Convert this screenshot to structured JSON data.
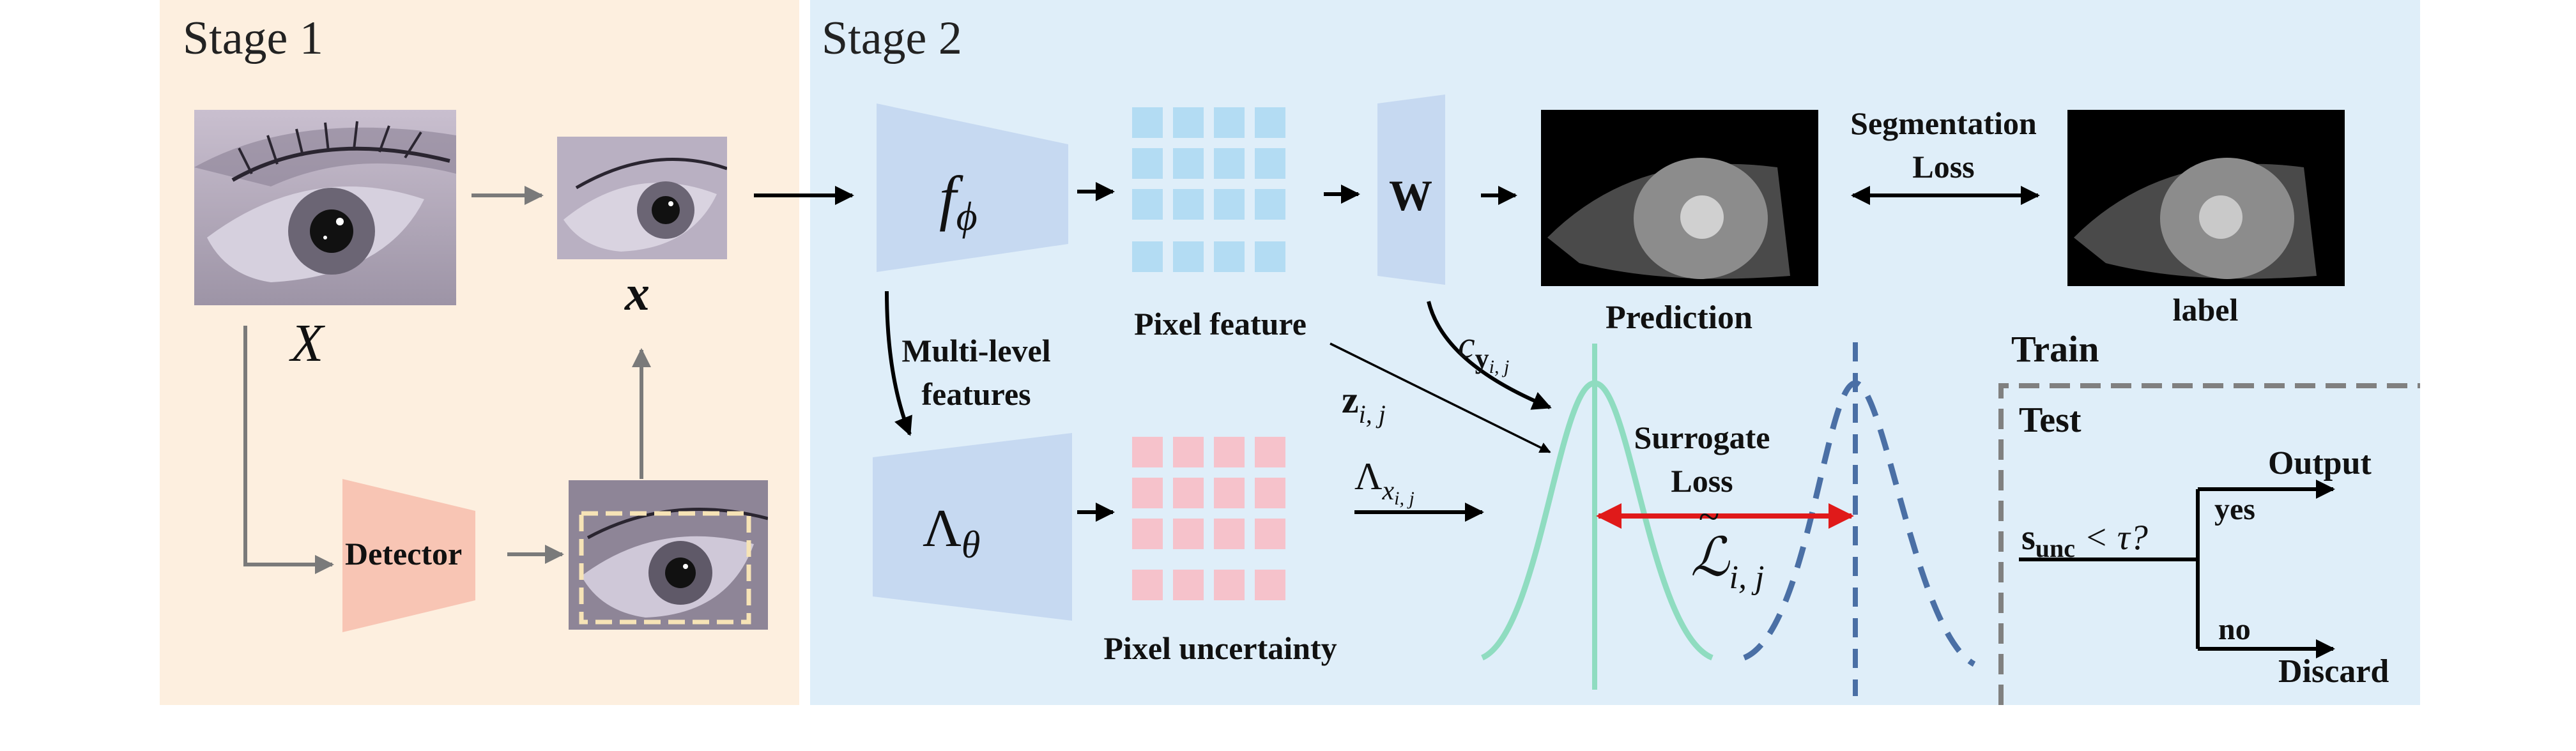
{
  "stage1": {
    "label": "Stage 1"
  },
  "stage2": {
    "label": "Stage 2"
  },
  "labels": {
    "X": "X",
    "x": "x",
    "detector": "Detector",
    "f_main": "f",
    "f_sub": "ϕ",
    "W": "W",
    "lambda_main": "Λ",
    "lambda_sub": "θ",
    "pixel_feature": "Pixel feature",
    "pixel_uncertainty": "Pixel uncertainty",
    "multilevel_1": "Multi-level",
    "multilevel_2": "features",
    "prediction": "Prediction",
    "segmentation_1": "Segmentation",
    "segmentation_2": "Loss",
    "label": "label",
    "c_main": "c",
    "c_sub": "y",
    "c_subsub": "i, j",
    "z_main": "z",
    "z_sub": "i, j",
    "lam_x_main": "Λ",
    "lam_x_sub": "x",
    "lam_x_subsub": "i, j",
    "surrogate_1": "Surrogate",
    "surrogate_2": "Loss",
    "L_main": "ℒ",
    "L_tilde": "~",
    "L_sub": "i, j",
    "train": "Train",
    "test": "Test",
    "s_main": "s",
    "s_sub": "unc",
    "s_rest": " < τ?",
    "yes": "yes",
    "no": "no",
    "output": "Output",
    "discard": "Discard"
  },
  "colors": {
    "stage1_bg": "#fdefdf",
    "stage2_bg": "#dfeef9",
    "encoder_blue": "#c6d9f1",
    "feature_blue": "#b3dcf3",
    "uncertainty_pink": "#f6c2cb",
    "detector_pink": "#f8c5b4",
    "gauss_green": "#8fdcc0",
    "gauss_blue": "#4a6fa5",
    "red_arrow": "#e01a1a",
    "grey_arrow": "#7a7a7a",
    "dash_grey": "#808080"
  }
}
